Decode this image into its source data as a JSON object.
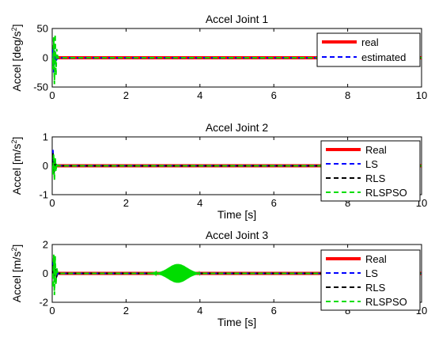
{
  "chart_data": [
    {
      "type": "line",
      "title": "Accel Joint 1",
      "xlabel": "",
      "ylabel_main": "Accel [deg/s",
      "ylabel_sup": "2",
      "ylabel_tail": "]",
      "xlim": [
        0,
        10
      ],
      "ylim": [
        -50,
        50
      ],
      "xticks": [
        "0",
        "2",
        "4",
        "6",
        "8",
        "10"
      ],
      "xtick_values": [
        0,
        2,
        4,
        6,
        8,
        10
      ],
      "yticks": [
        "-50",
        "0",
        "50"
      ],
      "ytick_values": [
        -50,
        0,
        50
      ],
      "legend_position": "top-right",
      "series": [
        {
          "name": "real",
          "color": "#ff0000",
          "style": "solid",
          "x": [
            0,
            10
          ],
          "y": [
            0,
            0
          ]
        },
        {
          "name": "estimated",
          "color": "#0000ff",
          "style": "dashed",
          "x": [
            0,
            0.02,
            0.04,
            0.06,
            0.08,
            0.1,
            0.12,
            0.15,
            10
          ],
          "y": [
            0,
            15,
            -25,
            20,
            -10,
            5,
            -3,
            0,
            0
          ]
        },
        {
          "name": "",
          "color": "#00dd00",
          "style": "dashed",
          "x": [
            0,
            0.02,
            0.04,
            0.06,
            0.08,
            0.1,
            0.12,
            0.15,
            10
          ],
          "y": [
            0,
            -20,
            35,
            -45,
            40,
            -30,
            15,
            0,
            0
          ]
        }
      ]
    },
    {
      "type": "line",
      "title": "Accel Joint 2",
      "xlabel": "Time [s]",
      "ylabel_main": "Accel [m/s",
      "ylabel_sup": "2",
      "ylabel_tail": "]",
      "xlim": [
        0,
        10
      ],
      "ylim": [
        -1,
        1
      ],
      "xticks": [
        "0",
        "2",
        "4",
        "6",
        "8",
        "10"
      ],
      "xtick_values": [
        0,
        2,
        4,
        6,
        8,
        10
      ],
      "yticks": [
        "-1",
        "0",
        "1"
      ],
      "ytick_values": [
        -1,
        0,
        1
      ],
      "legend_position": "right",
      "series": [
        {
          "name": "Real",
          "color": "#ff0000",
          "style": "solid",
          "x": [
            0,
            10
          ],
          "y": [
            0,
            0
          ]
        },
        {
          "name": "LS",
          "color": "#0000ff",
          "style": "dashed",
          "x": [
            0,
            0.02,
            0.04,
            0.06,
            0.08,
            0.1,
            0.15,
            10
          ],
          "y": [
            0,
            0.55,
            -0.3,
            0.2,
            -0.1,
            0.05,
            0,
            0
          ]
        },
        {
          "name": "RLS",
          "color": "#000000",
          "style": "dashed",
          "x": [
            0,
            0.02,
            0.04,
            0.06,
            0.08,
            0.1,
            0.15,
            10
          ],
          "y": [
            0,
            0.45,
            -0.25,
            0.15,
            -0.1,
            0.05,
            0,
            0
          ]
        },
        {
          "name": "RLSPSO",
          "color": "#00dd00",
          "style": "dashed",
          "x": [
            0,
            0.02,
            0.04,
            0.06,
            0.08,
            0.1,
            0.12,
            0.15,
            10
          ],
          "y": [
            0,
            -0.3,
            0.4,
            -0.5,
            0.3,
            -0.2,
            0.1,
            0,
            0
          ]
        }
      ]
    },
    {
      "type": "line",
      "title": "Accel Joint 3",
      "xlabel": "Time [s]",
      "ylabel_main": "Accel [m/s",
      "ylabel_sup": "2",
      "ylabel_tail": "]",
      "xlim": [
        0,
        10
      ],
      "ylim": [
        -2,
        2
      ],
      "xticks": [
        "0",
        "2",
        "4",
        "6",
        "8",
        "10"
      ],
      "xtick_values": [
        0,
        2,
        4,
        6,
        8,
        10
      ],
      "yticks": [
        "-2",
        "0",
        "2"
      ],
      "ytick_values": [
        -2,
        0,
        2
      ],
      "legend_position": "right",
      "series": [
        {
          "name": "Real",
          "color": "#ff0000",
          "style": "solid",
          "x": [
            0,
            10
          ],
          "y": [
            0,
            0
          ]
        },
        {
          "name": "LS",
          "color": "#0000ff",
          "style": "dashed",
          "x": [
            0,
            0.03,
            0.06,
            0.09,
            0.12,
            0.15,
            10
          ],
          "y": [
            0,
            0.8,
            -0.6,
            0.4,
            -0.2,
            0,
            0
          ]
        },
        {
          "name": "RLS",
          "color": "#000000",
          "style": "dashed",
          "x": [
            0,
            0.03,
            0.06,
            0.09,
            0.12,
            0.15,
            10
          ],
          "y": [
            0,
            0.6,
            -0.5,
            0.3,
            -0.2,
            0,
            0
          ]
        },
        {
          "name": "RLSPSO",
          "color": "#00dd00",
          "style": "dashed",
          "x": [
            0,
            0.02,
            0.04,
            0.06,
            0.08,
            0.1,
            0.12,
            0.15,
            10
          ],
          "y": [
            0,
            -1.0,
            1.3,
            -1.5,
            1.2,
            -0.8,
            0.4,
            0,
            0
          ],
          "burst": {
            "x_start": 2.6,
            "x_end": 4.0,
            "x_peak": 3.4,
            "amplitude": 0.65
          }
        }
      ]
    }
  ]
}
